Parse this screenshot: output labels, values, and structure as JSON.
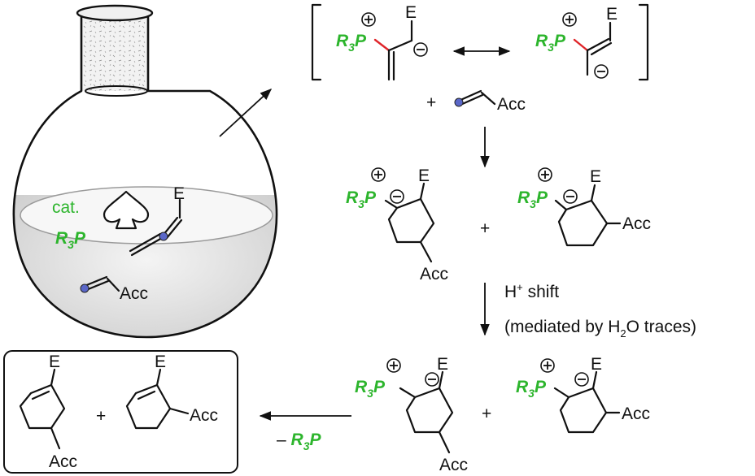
{
  "flask": {
    "catalyst_label": "cat.",
    "reagent_label": "R3P",
    "acceptor_label": "Acc",
    "allene_substituent_label": "E"
  },
  "labels": {
    "substituent": "E",
    "acceptor": "Acc",
    "phosphine_R": "R",
    "phosphine_sub": "3",
    "phosphine_P": "P",
    "plus": "+"
  },
  "steps": {
    "shift_label_prefix": "H",
    "shift_label_sup": "+",
    "shift_label_suffix": " shift",
    "mediated_prefix": "(mediated by H",
    "mediated_sub": "2",
    "mediated_suffix": "O traces)",
    "elimination_prefix": "– ",
    "elimination_R": "R",
    "elimination_sub": "3",
    "elimination_P": "P"
  },
  "colors": {
    "phosphine": "#2db52d",
    "new_bond": "#e0252a",
    "marker_atom": "#5a67c8",
    "flask_liquid": "#e6e6e6",
    "product_box": "#111111"
  },
  "icons": [
    "spade-icon",
    "positive-charge-icon",
    "negative-charge-icon",
    "reaction-arrow-icon",
    "resonance-arrow-icon"
  ]
}
